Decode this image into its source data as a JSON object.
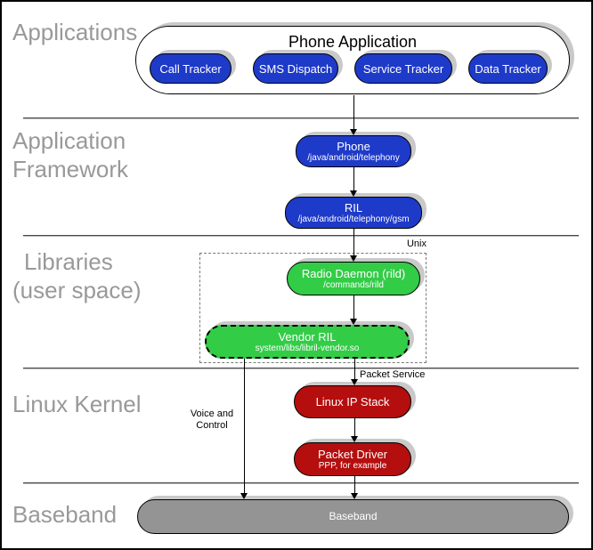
{
  "layers": {
    "applications": {
      "label": "Applications"
    },
    "application_framework": {
      "line1": "Application",
      "line2": "Framework"
    },
    "libraries": {
      "line1": "Libraries",
      "line2": "(user space)"
    },
    "linux_kernel": {
      "label": "Linux Kernel"
    },
    "baseband": {
      "label": "Baseband"
    }
  },
  "nodes": {
    "phone_application": {
      "title": "Phone Application",
      "children": [
        {
          "label": "Call Tracker"
        },
        {
          "label": "SMS Dispatch"
        },
        {
          "label": "Service Tracker"
        },
        {
          "label": "Data Tracker"
        }
      ]
    },
    "phone": {
      "title": "Phone",
      "subtitle": "/java/android/telephony"
    },
    "ril": {
      "title": "RIL",
      "subtitle": "/java/android/telephony/gsm"
    },
    "radio_daemon": {
      "title": "Radio Daemon (rild)",
      "subtitle": "/commands/rild"
    },
    "vendor_ril": {
      "title": "Vendor RIL",
      "subtitle": "system/libs/libril-vendor.so"
    },
    "linux_ip_stack": {
      "title": "Linux IP Stack"
    },
    "packet_driver": {
      "title": "Packet Driver",
      "subtitle": "PPP, for example"
    },
    "baseband_node": {
      "title": "Baseband"
    }
  },
  "annotations": {
    "unix_boundary": "Unix",
    "packet_service": "Packet Service",
    "voice_control_line1": "Voice and",
    "voice_control_line2": "Control"
  },
  "colors": {
    "app_blue": "#1E3AC8",
    "library_green": "#33CC47",
    "kernel_red": "#B50E0E",
    "baseband_gray": "#949494",
    "layer_label_gray": "#999999",
    "shadow_gray": "#C9C9C9"
  }
}
